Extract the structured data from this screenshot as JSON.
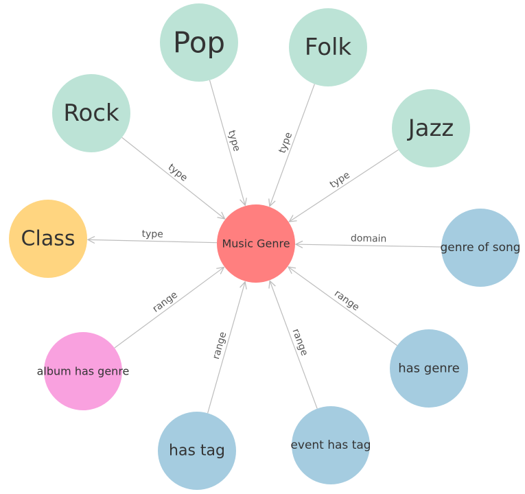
{
  "colors": {
    "center": "#FF7F7F",
    "instance": "#BCE3D6",
    "class": "#FFD580",
    "property": "#A5CCE0",
    "property_alt": "#F9A1DF",
    "edge": "#bdbdbd"
  },
  "nodes": [
    {
      "id": "music-genre",
      "label": "Music Genre",
      "kind": "center"
    },
    {
      "id": "pop",
      "label": "Pop",
      "kind": "instance"
    },
    {
      "id": "folk",
      "label": "Folk",
      "kind": "instance"
    },
    {
      "id": "rock",
      "label": "Rock",
      "kind": "instance"
    },
    {
      "id": "jazz",
      "label": "Jazz",
      "kind": "instance"
    },
    {
      "id": "class",
      "label": "Class",
      "kind": "class"
    },
    {
      "id": "genre-of-song",
      "label": "genre of song",
      "kind": "property"
    },
    {
      "id": "album-has-genre",
      "label": "album has genre",
      "kind": "property_alt"
    },
    {
      "id": "has-genre",
      "label": "has genre",
      "kind": "property"
    },
    {
      "id": "has-tag",
      "label": "has tag",
      "kind": "property"
    },
    {
      "id": "event-has-tag",
      "label": "event has tag",
      "kind": "property"
    }
  ],
  "edges": [
    {
      "from": "pop",
      "to": "music-genre",
      "label": "type"
    },
    {
      "from": "folk",
      "to": "music-genre",
      "label": "type"
    },
    {
      "from": "rock",
      "to": "music-genre",
      "label": "type"
    },
    {
      "from": "jazz",
      "to": "music-genre",
      "label": "type"
    },
    {
      "from": "music-genre",
      "to": "class",
      "label": "type"
    },
    {
      "from": "genre-of-song",
      "to": "music-genre",
      "label": "domain"
    },
    {
      "from": "album-has-genre",
      "to": "music-genre",
      "label": "range"
    },
    {
      "from": "has-genre",
      "to": "music-genre",
      "label": "range"
    },
    {
      "from": "has-tag",
      "to": "music-genre",
      "label": "range"
    },
    {
      "from": "event-has-tag",
      "to": "music-genre",
      "label": "range"
    }
  ]
}
